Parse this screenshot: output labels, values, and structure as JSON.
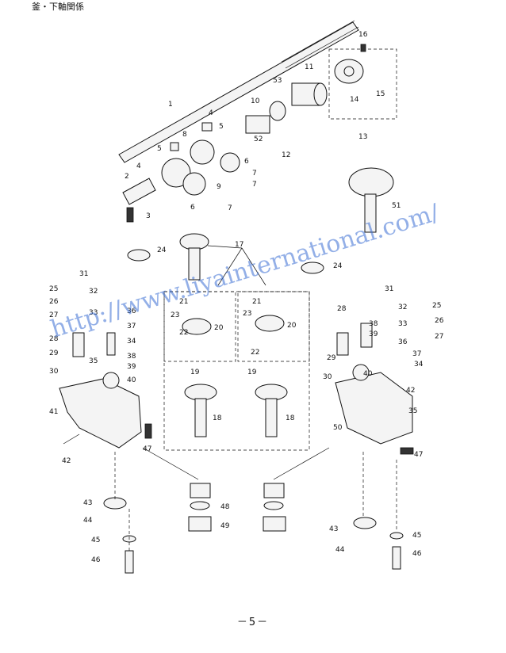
{
  "header": {
    "title": "釜・下軸関係"
  },
  "footer": {
    "page_number": "－5－"
  },
  "watermark": {
    "text": "http://www.liyainternational.com/",
    "color": "#3b6fd4"
  },
  "callouts": [
    "1",
    "2",
    "3",
    "4",
    "4",
    "5",
    "5",
    "6",
    "6",
    "7",
    "7",
    "7",
    "8",
    "9",
    "10",
    "11",
    "12",
    "13",
    "14",
    "15",
    "16",
    "17",
    "18",
    "18",
    "19",
    "19",
    "20",
    "20",
    "21",
    "21",
    "22",
    "22",
    "23",
    "23",
    "24",
    "24",
    "25",
    "25",
    "26",
    "26",
    "27",
    "27",
    "28",
    "28",
    "29",
    "29",
    "30",
    "30",
    "31",
    "31",
    "32",
    "32",
    "33",
    "33",
    "34",
    "34",
    "35",
    "35",
    "36",
    "36",
    "37",
    "37",
    "38",
    "38",
    "39",
    "39",
    "40",
    "40",
    "41",
    "42",
    "42",
    "43",
    "43",
    "44",
    "44",
    "45",
    "45",
    "46",
    "46",
    "47",
    "47",
    "48",
    "49",
    "50",
    "51",
    "52",
    "53"
  ]
}
